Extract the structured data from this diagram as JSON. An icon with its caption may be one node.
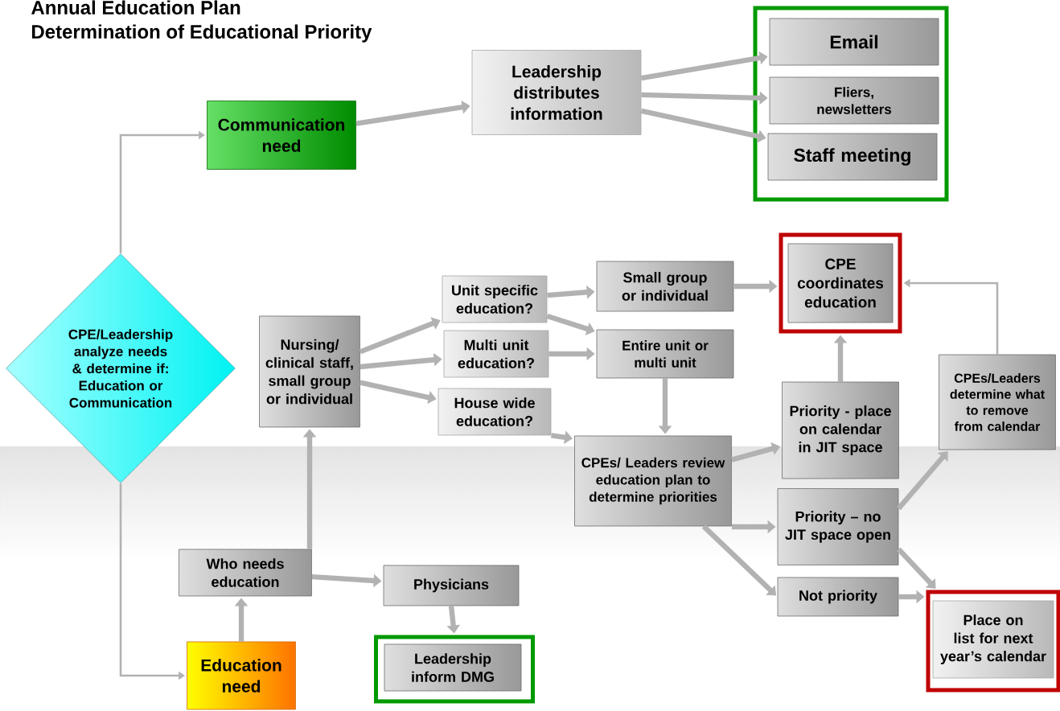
{
  "diagram": {
    "title": "Annual Education Plan",
    "nodes": [
      {
        "text": [
          "CPE/Leadership analyze needs & determine if: Education or Communication"
        ]
      },
      {
        "text": [
          "Communication need"
        ]
      },
      {
        "text": [
          "Leadership distributes information"
        ]
      },
      {
        "text": [],
        "shape": "box"
      },
      {
        "text": [
          "Email"
        ],
        "in": 3
      },
      {
        "text": [
          "Fliers, newsletters"
        ],
        "in": 3
      },
      {
        "text": [
          "Staff meeting"
        ],
        "in": 3
      },
      {
        "text": [
          "Nursing/ clinical staff, small group or individual"
        ]
      },
      {
        "text": [
          "Unit specific education?"
        ]
      },
      {
        "text": [
          "Multi unit education?"
        ]
      },
      {
        "text": [
          "House wide education?"
        ]
      },
      {
        "text": [
          "Small group or individual"
        ]
      },
      {
        "text": [
          "Entire unit or multi unit"
        ]
      },
      {
        "text": [],
        "shape": "box"
      },
      {
        "text": [
          "CPE coordinates education"
        ],
        "in": 13
      },
      {
        "text": [
          "CPEs/Leaders determine what to remove from calendar"
        ]
      },
      {
        "text": [
          "Priority - place on calendar in JIT space"
        ]
      },
      {
        "text": [
          "CPEs/ Leaders review education plan to determine priorities"
        ]
      },
      {
        "text": [
          "Priority – no JIT space open"
        ]
      },
      {
        "text": [
          "Who needs education"
        ]
      },
      {
        "text": [
          "Physicians"
        ]
      },
      {
        "text": [
          "Not priority"
        ]
      },
      {
        "text": [],
        "shape": "box"
      },
      {
        "text": [
          "Place on list for next year’s calendar"
        ],
        "in": 22
      },
      {
        "text": [
          "Education need"
        ]
      },
      {
        "text": [],
        "shape": "box"
      },
      {
        "text": [
          "Leadership inform DMG"
        ],
        "in": 25
      }
    ],
    "edges": [
      {
        "from": 0,
        "to": 1,
        "arrow": "to"
      },
      {
        "from": 0,
        "to": 24,
        "arrow": "to"
      },
      {
        "from": 1,
        "to": 2,
        "arrow": "to"
      },
      {
        "from": 2,
        "to": 4,
        "arrow": "to"
      },
      {
        "from": 2,
        "to": 5,
        "arrow": "to"
      },
      {
        "from": 2,
        "to": 6,
        "arrow": "to"
      },
      {
        "from": 7,
        "to": 8,
        "arrow": "to"
      },
      {
        "from": 7,
        "to": 9,
        "arrow": "to"
      },
      {
        "from": 7,
        "to": 10,
        "arrow": "to"
      },
      {
        "from": 8,
        "to": 11,
        "arrow": "to"
      },
      {
        "from": 8,
        "to": 12,
        "arrow": "to"
      },
      {
        "from": 9,
        "to": 12,
        "arrow": "to"
      },
      {
        "from": 10,
        "to": 17,
        "arrow": "to"
      },
      {
        "from": 11,
        "to": 13,
        "arrow": "to"
      },
      {
        "from": 12,
        "to": 17,
        "arrow": "to"
      },
      {
        "from": 17,
        "to": 16,
        "arrow": "to"
      },
      {
        "from": 17,
        "to": 18,
        "arrow": "to"
      },
      {
        "from": 17,
        "to": 21,
        "arrow": "to"
      },
      {
        "from": 16,
        "to": 13,
        "arrow": "to"
      },
      {
        "from": 18,
        "to": 15,
        "arrow": "to"
      },
      {
        "from": 18,
        "to": 22,
        "arrow": "to"
      },
      {
        "from": 21,
        "to": 22,
        "arrow": "to"
      },
      {
        "from": 15,
        "to": 13,
        "arrow": "to"
      },
      {
        "from": 24,
        "to": 19,
        "arrow": "to"
      },
      {
        "from": 19,
        "to": 7,
        "arrow": "to"
      },
      {
        "from": 19,
        "to": 20,
        "arrow": "to"
      },
      {
        "from": 20,
        "to": 25,
        "arrow": "to"
      }
    ],
    "labels": [
      "Determination of Educational Priority"
    ]
  }
}
